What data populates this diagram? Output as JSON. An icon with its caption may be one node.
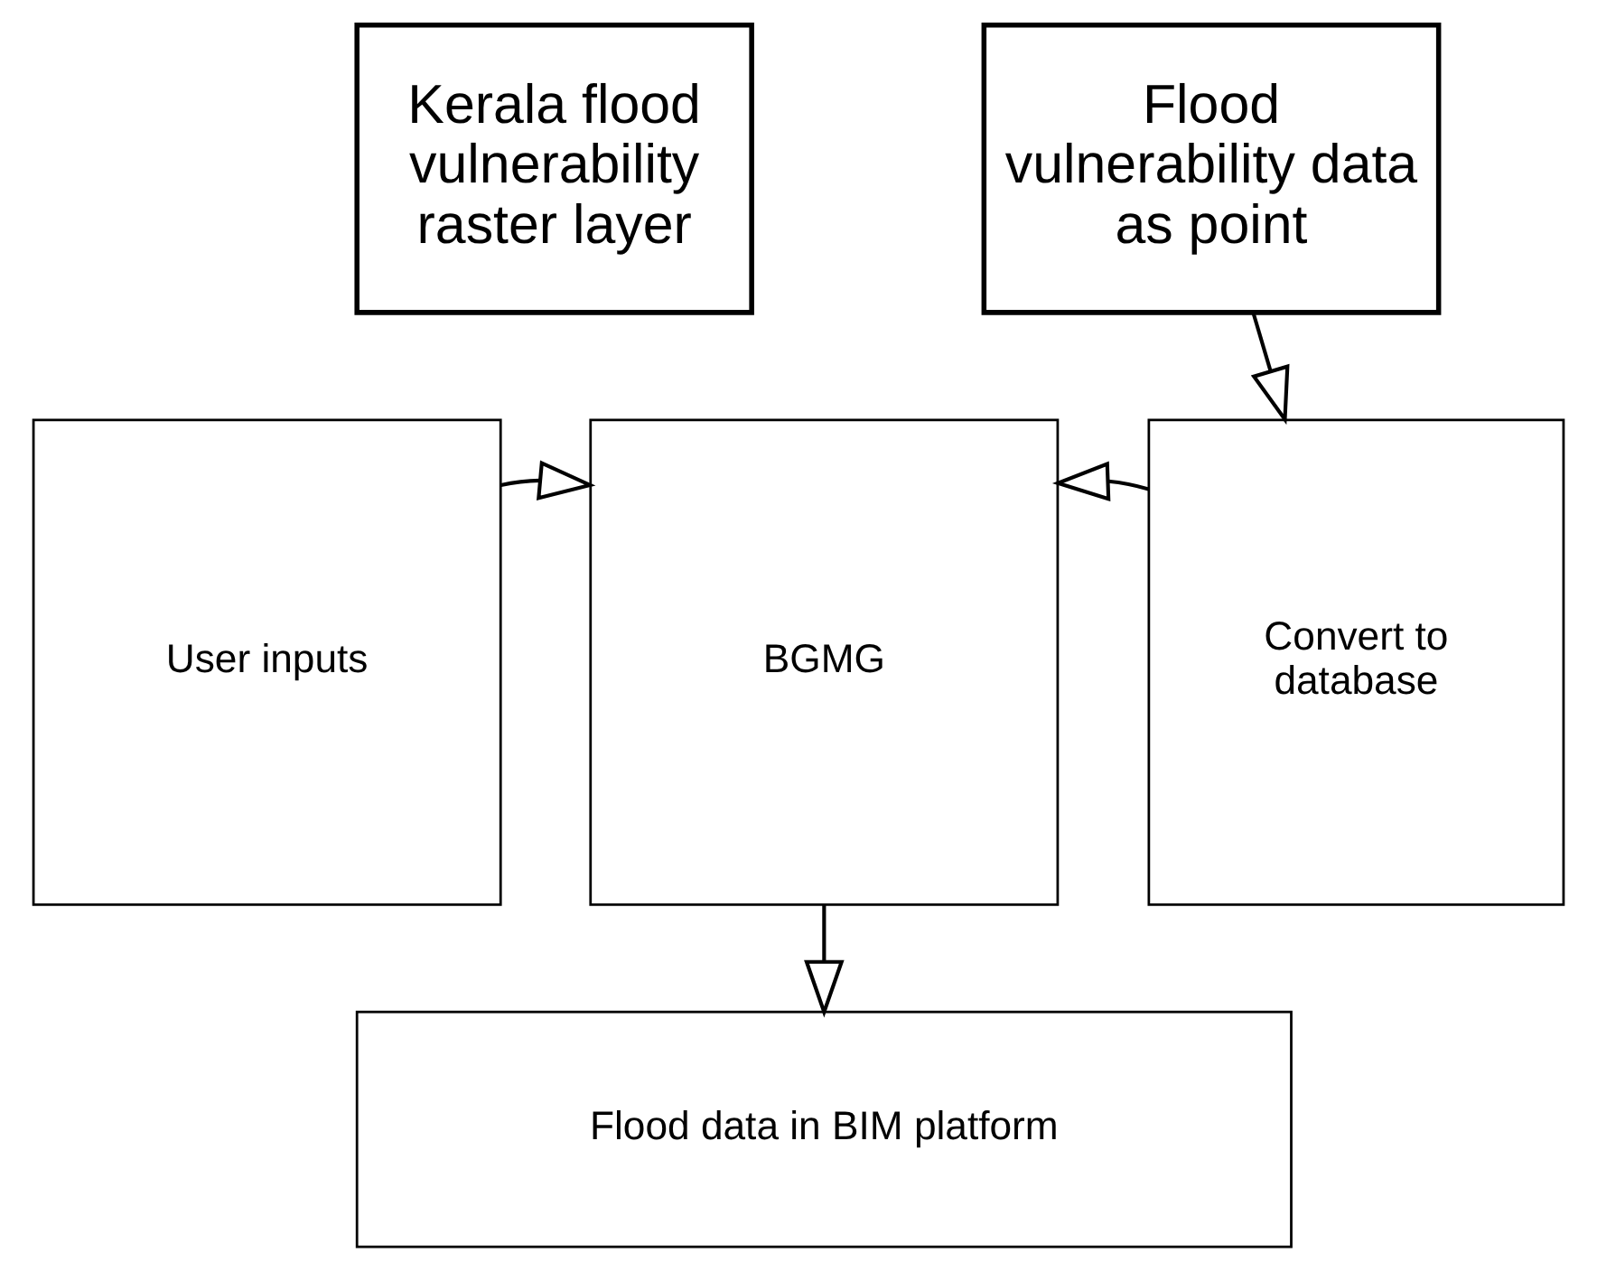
{
  "diagram": {
    "nodes": [
      {
        "text": [
          "Kerala flood vulnerability raster layer"
        ]
      },
      {
        "text": [
          "Flood vulnerability data as point"
        ]
      },
      {
        "text": [
          "User inputs"
        ]
      },
      {
        "text": [
          "BGMG"
        ]
      },
      {
        "text": [
          "Convert to database"
        ]
      },
      {
        "text": [
          "Flood data in BIM platform"
        ]
      }
    ],
    "edges": [
      {
        "from": 1,
        "to": 4,
        "arrow": "to"
      },
      {
        "from": 2,
        "to": 3,
        "arrow": "to"
      },
      {
        "from": 4,
        "to": 3,
        "arrow": "to"
      },
      {
        "from": 3,
        "to": 5,
        "arrow": "to"
      }
    ]
  }
}
